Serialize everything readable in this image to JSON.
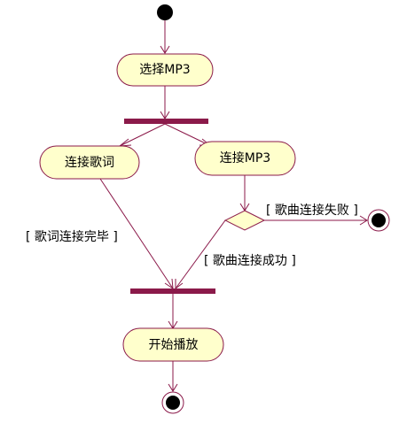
{
  "nodes": {
    "select_mp3": "选择MP3",
    "connect_lyrics": "连接歌词",
    "connect_mp3": "连接MP3",
    "start_play": "开始播放"
  },
  "guards": {
    "lyrics_done": "[ 歌词连接完毕 ]",
    "song_fail": "[ 歌曲连接失败 ]",
    "song_success": "[ 歌曲连接成功 ]"
  },
  "colors": {
    "line": "#8b1a4a",
    "activity_fill": "#ffffcc",
    "node_fill": "#000000"
  }
}
